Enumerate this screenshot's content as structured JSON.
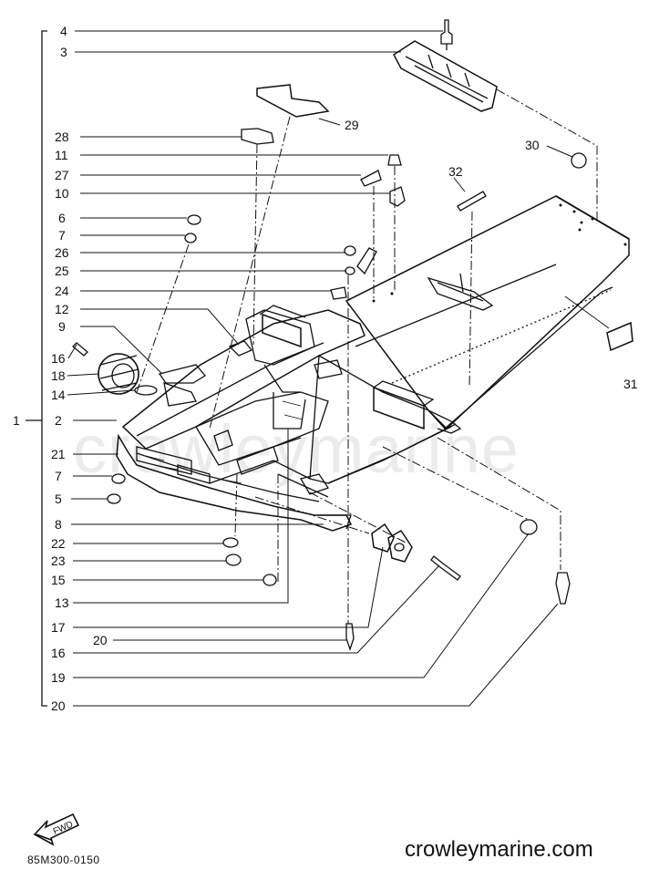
{
  "callouts": {
    "c1": "1",
    "c2": "2",
    "c3": "3",
    "c4": "4",
    "c5": "5",
    "c6": "6",
    "c7a": "7",
    "c7b": "7",
    "c8": "8",
    "c9": "9",
    "c10": "10",
    "c11": "11",
    "c12": "12",
    "c13": "13",
    "c14": "14",
    "c15": "15",
    "c16a": "16",
    "c16b": "16",
    "c17": "17",
    "c18": "18",
    "c19": "19",
    "c20a": "20",
    "c20b": "20",
    "c21": "21",
    "c22": "22",
    "c23": "23",
    "c24": "24",
    "c25": "25",
    "c26": "26",
    "c27": "27",
    "c28": "28",
    "c29": "29",
    "c30": "30",
    "c31": "31",
    "c32": "32"
  },
  "arrow_label": "FWD",
  "footer": {
    "code": "85M300-0150",
    "site": "crowleymarine.com",
    "watermark": "crowleymarine"
  },
  "colors": {
    "ink": "#111111",
    "paper": "#ffffff"
  }
}
